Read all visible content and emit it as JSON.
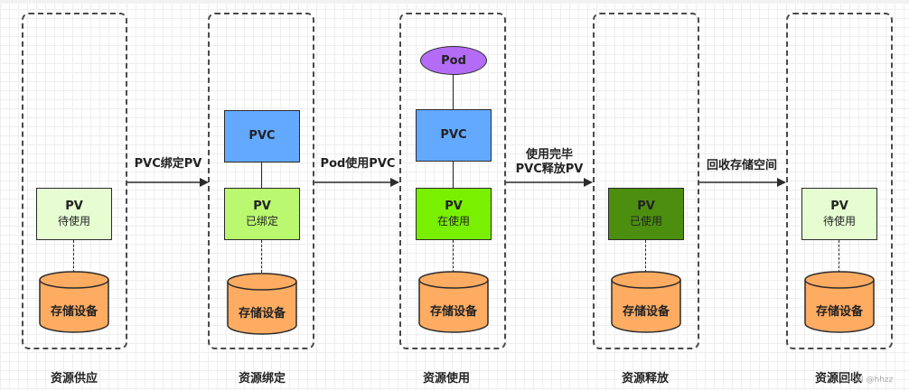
{
  "arrows": {
    "a1": "PVC绑定PV",
    "a2": "Pod使用PVC",
    "a3_line1": "使用完毕",
    "a3_line2": "PVC释放PV",
    "a4": "回收存储空间"
  },
  "stages": [
    {
      "title": "资源供应",
      "pv_label": "PV",
      "pv_status": "待使用",
      "pv_color": "#e6fdd2",
      "storage": "存储设备"
    },
    {
      "title": "资源绑定",
      "pvc": "PVC",
      "pv_label": "PV",
      "pv_status": "已绑定",
      "pv_color": "#b9f86f",
      "storage": "存储设备"
    },
    {
      "title": "资源使用",
      "pod": "Pod",
      "pvc": "PVC",
      "pv_label": "PV",
      "pv_status": "在使用",
      "pv_color": "#79f000",
      "storage": "存储设备"
    },
    {
      "title": "资源释放",
      "pv_label": "PV",
      "pv_status": "已使用",
      "pv_color": "#4c8f0f",
      "storage": "存储设备"
    },
    {
      "title": "资源回收",
      "pv_label": "PV",
      "pv_status": "待使用",
      "pv_color": "#e6fdd2",
      "storage": "存储设备"
    }
  ],
  "colors": {
    "pvc": "#63a9ff",
    "pod": "#b46cf6",
    "storage": "#ffac63"
  },
  "watermark": "CSDN @hhzz"
}
